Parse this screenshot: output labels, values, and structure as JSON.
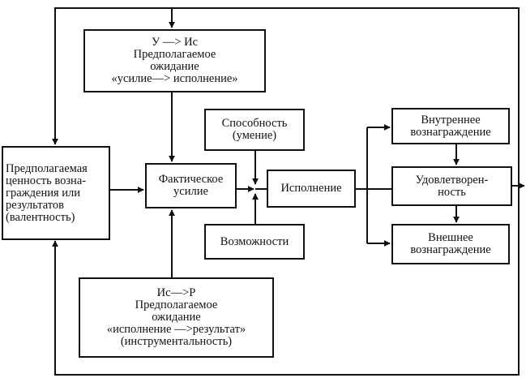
{
  "boxes": {
    "expectancy_effort": {
      "lines": [
        "У ––> Ис",
        "Предполагаемое",
        "ожидание",
        "«усилие––> исполнение»"
      ]
    },
    "valence": {
      "lines": [
        "Предполагаемая",
        "ценность возна-",
        "граждения или",
        "результатов",
        "(валентность)"
      ]
    },
    "effort": {
      "lines": [
        "Фактическое",
        "усилие"
      ]
    },
    "ability": {
      "lines": [
        "Способность",
        "(умение)"
      ]
    },
    "opportunities": {
      "lines": [
        "Возможности"
      ]
    },
    "performance": {
      "lines": [
        "Исполнение"
      ]
    },
    "internal_reward": {
      "lines": [
        "Внутреннее",
        "вознаграждение"
      ]
    },
    "satisfaction": {
      "lines": [
        "Удовлетворен-",
        "ность"
      ]
    },
    "external_reward": {
      "lines": [
        "Внешнее",
        "вознаграждение"
      ]
    },
    "instrumentality": {
      "lines": [
        "Ис––>P",
        "Предполагаемое",
        "ожидание",
        "«исполнение ––>результат»",
        "(инструментальность)"
      ]
    }
  }
}
